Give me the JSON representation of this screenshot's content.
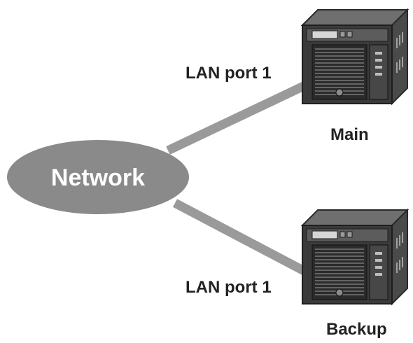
{
  "network": {
    "label": "Network",
    "fill_color": "#8a8a8a",
    "text_color": "#ffffff"
  },
  "link_color": "#9a9a9a",
  "devices": [
    {
      "name": "Main",
      "port_label": "LAN port 1",
      "icon": "nas-server-icon"
    },
    {
      "name": "Backup",
      "port_label": "LAN port 1",
      "icon": "nas-server-icon"
    }
  ]
}
